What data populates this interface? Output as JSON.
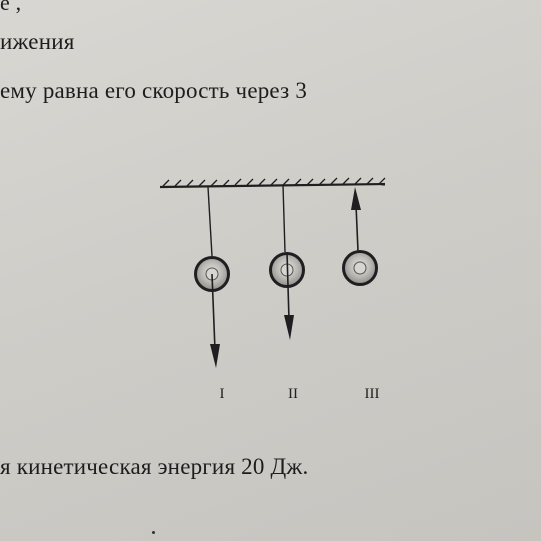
{
  "text": {
    "line_top": "е ,",
    "line_2": "ижения",
    "line_3": "ему равна его скорость через 3",
    "line_bottom": "я кинетическая энергия 20 Дж."
  },
  "figure": {
    "labels": [
      "I",
      "II",
      "III"
    ],
    "ink_color": "#1f1f22"
  }
}
